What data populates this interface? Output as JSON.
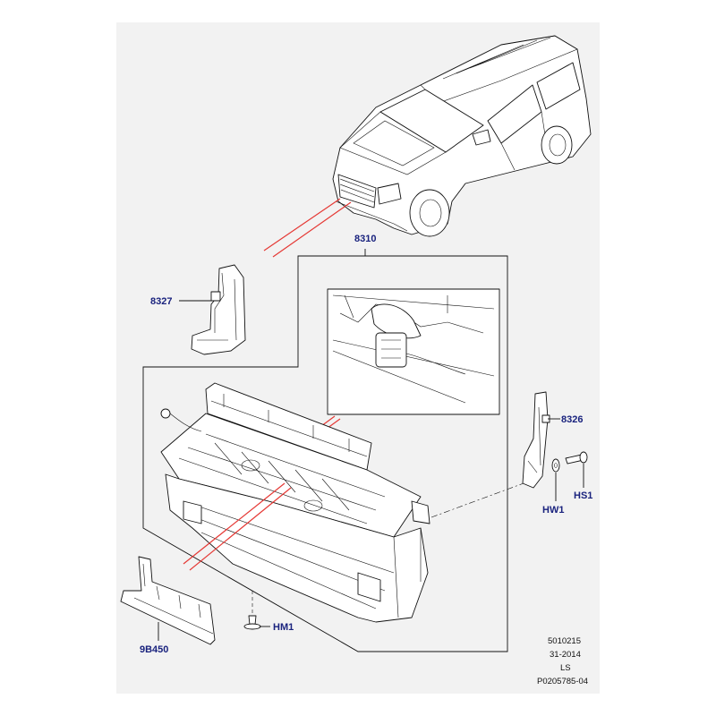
{
  "callouts": {
    "assembly": "8310",
    "left_bracket": "8327",
    "right_bracket": "8326",
    "lower_bracket": "9B450",
    "washer": "HW1",
    "screw": "HS1",
    "clip": "HM1"
  },
  "reference_block": {
    "line1": "5010215",
    "line2": "31-2014",
    "line3": "LS",
    "line4": "P0205785-04"
  },
  "colors": {
    "background": "#ffffff",
    "panel": "#f2f2f2",
    "callout_text": "#1a237e",
    "pointer_lines": "#e53935",
    "linework": "#111111"
  }
}
